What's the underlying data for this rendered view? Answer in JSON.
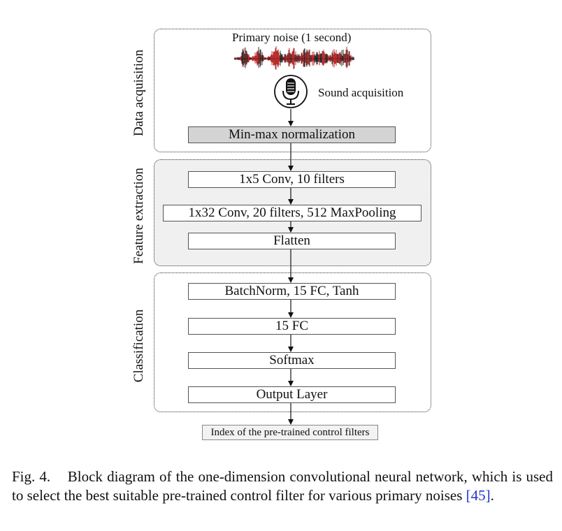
{
  "sections": {
    "acquisition": "Data acquisition",
    "extraction": "Feature extraction",
    "classification": "Classification"
  },
  "signal_label": "Primary noise (1 second)",
  "mic_label": "Sound acquisition",
  "mic_icon": "microphone-icon",
  "blocks": {
    "normalization": "Min-max normalization",
    "conv1": "1x5 Conv, 10 filters",
    "conv2": "1x32 Conv, 20 filters, 512 MaxPooling",
    "flatten": "Flatten",
    "batchnorm": "BatchNorm, 15 FC, Tanh",
    "fc": "15 FC",
    "softmax": "Softmax",
    "output": "Output Layer"
  },
  "result": "Index of the pre-trained control filters",
  "caption": {
    "label": "Fig. 4.",
    "text": "Block diagram of the one-dimension convolutional neural network, which is used to select the best suitable pre-trained control filter for various primary noises ",
    "ref": "[45]",
    "end": "."
  },
  "colors": {
    "waveform": "#b01818",
    "waveform_dark": "#1a1a1a",
    "shaded_panel": "#f0f0f0",
    "normalization_fill": "#d4d4d4",
    "citation": "#2233cc"
  }
}
